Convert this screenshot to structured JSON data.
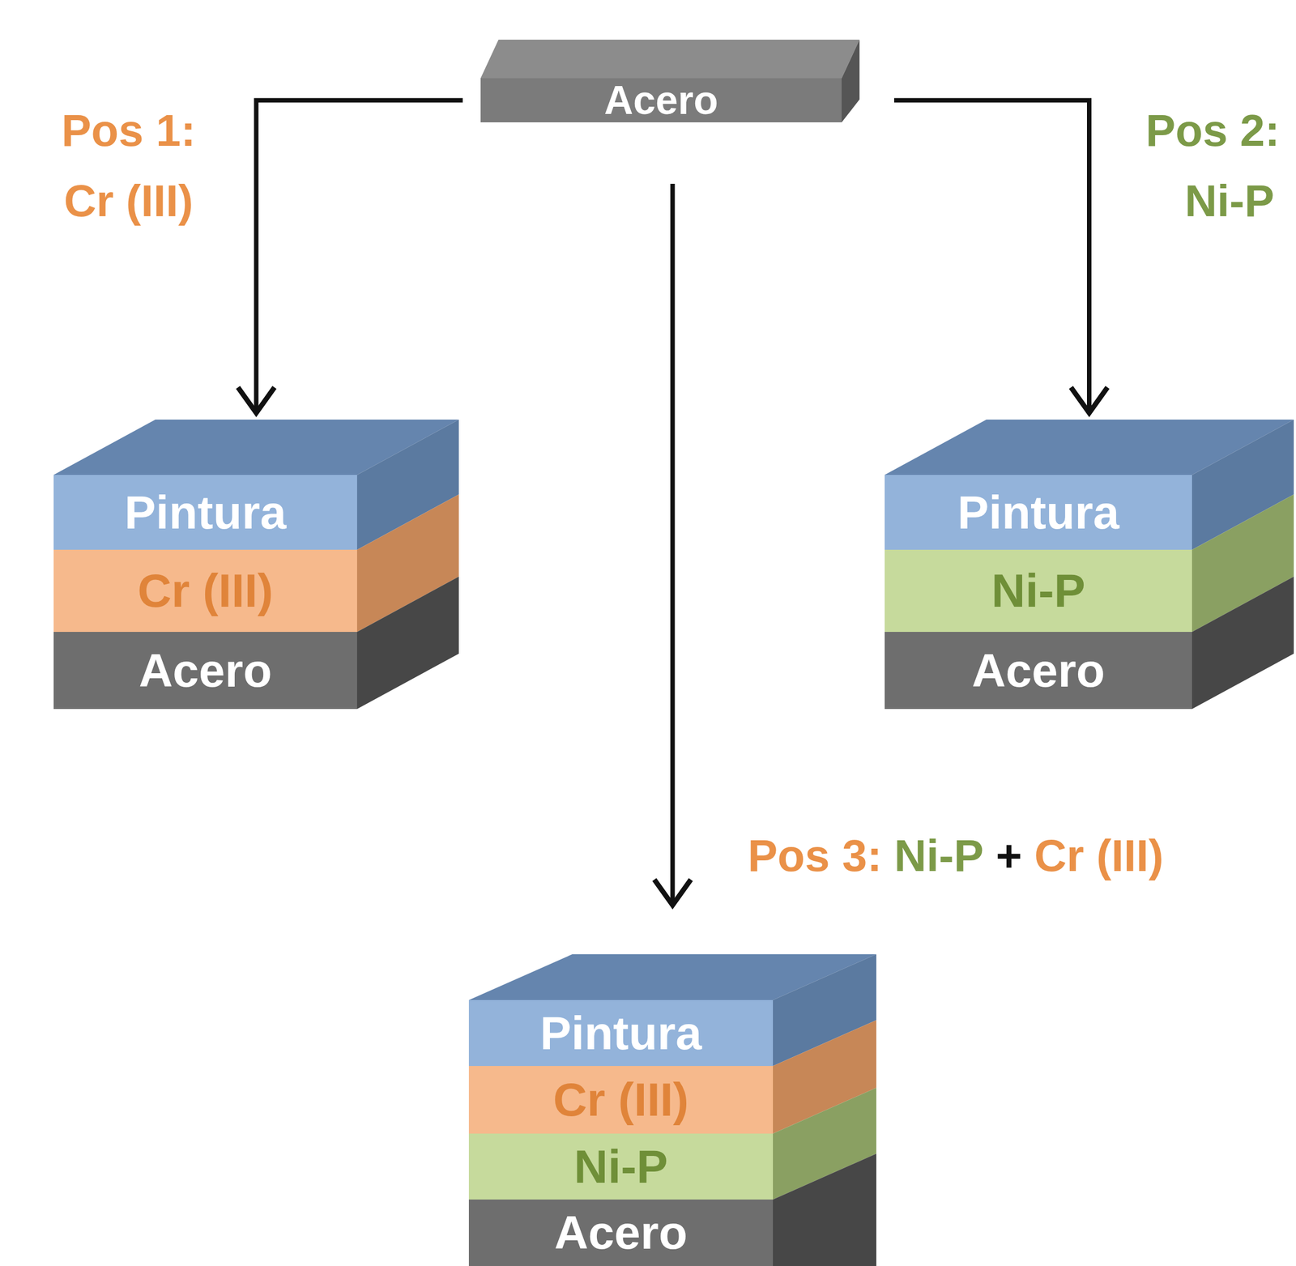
{
  "diagram": {
    "nodes": [
      {
        "text": [
          "Acero"
        ]
      },
      {
        "text": [
          "Pintura"
        ]
      },
      {
        "text": [
          "Cr (III)"
        ]
      },
      {
        "text": [
          "Acero"
        ]
      },
      {
        "text": [
          "Pintura"
        ]
      },
      {
        "text": [
          "Ni-P"
        ]
      },
      {
        "text": [
          "Acero"
        ]
      },
      {
        "text": [
          "Pintura"
        ]
      },
      {
        "text": [
          "Cr (III)"
        ]
      },
      {
        "text": [
          "Ni-P"
        ]
      },
      {
        "text": [
          "Acero"
        ]
      }
    ],
    "edges": [
      {
        "from": 0,
        "to": 1,
        "arrow": "to"
      },
      {
        "from": 0,
        "to": 4,
        "arrow": "to"
      },
      {
        "from": 0,
        "to": 7,
        "arrow": "to"
      }
    ],
    "labels": [
      "Pos 1:",
      "Cr (III)",
      "Pos 2:",
      "Ni-P",
      "Pos 3:",
      "Ni-P",
      "+",
      "Cr (III)"
    ]
  }
}
